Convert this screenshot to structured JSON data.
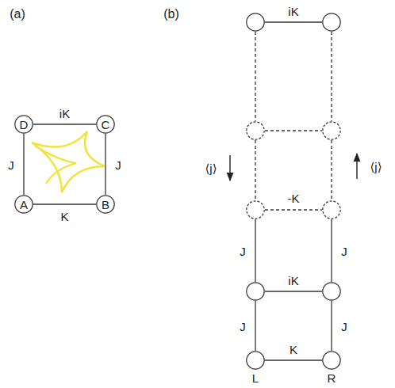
{
  "diagram": {
    "nodes": [
      {
        "text": [
          "D"
        ]
      },
      {
        "text": [
          "C"
        ]
      },
      {
        "text": [
          "A"
        ]
      },
      {
        "text": [
          "B"
        ]
      },
      {
        "text": []
      },
      {
        "text": []
      },
      {
        "text": []
      },
      {
        "text": []
      },
      {
        "text": []
      },
      {
        "text": []
      },
      {
        "text": []
      },
      {
        "text": []
      },
      {
        "text": [
          "L"
        ]
      },
      {
        "text": [
          "R"
        ]
      }
    ],
    "edges": [
      {
        "from": 0,
        "to": 1,
        "label": "iK",
        "arrow": "none"
      },
      {
        "from": 2,
        "to": 3,
        "label": "K",
        "arrow": "none"
      },
      {
        "from": 0,
        "to": 2,
        "label": "J",
        "arrow": "none"
      },
      {
        "from": 1,
        "to": 3,
        "label": "J",
        "arrow": "none"
      },
      {
        "from": 4,
        "to": 5,
        "label": "iK",
        "arrow": "none"
      },
      {
        "from": 4,
        "to": 6,
        "arrow": "none"
      },
      {
        "from": 5,
        "to": 7,
        "arrow": "none"
      },
      {
        "from": 6,
        "to": 7,
        "arrow": "none"
      },
      {
        "from": 6,
        "to": 8,
        "arrow": "none"
      },
      {
        "from": 7,
        "to": 9,
        "arrow": "none"
      },
      {
        "from": 8,
        "to": 9,
        "label": "-K",
        "arrow": "none"
      },
      {
        "from": 8,
        "to": 10,
        "label": "J",
        "arrow": "none"
      },
      {
        "from": 9,
        "to": 11,
        "label": "J",
        "arrow": "none"
      },
      {
        "from": 10,
        "to": 11,
        "label": "iK",
        "arrow": "none"
      },
      {
        "from": 10,
        "to": 12,
        "label": "J",
        "arrow": "none"
      },
      {
        "from": 11,
        "to": 13,
        "label": "J",
        "arrow": "none"
      },
      {
        "from": 12,
        "to": 13,
        "label": "K",
        "arrow": "none"
      }
    ],
    "labels": [
      "(a)",
      "(b)",
      "⟨j⟩",
      "⟨j⟩"
    ]
  }
}
